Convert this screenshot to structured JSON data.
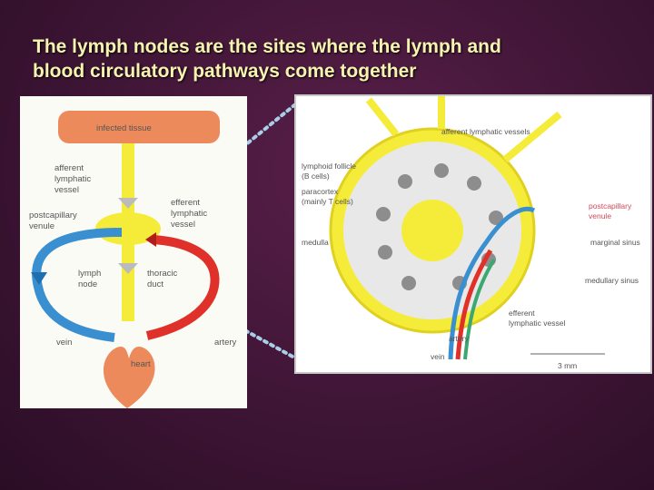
{
  "slide": {
    "title_line1": "The lymph nodes are the sites where the lymph and",
    "title_line2": "blood circulatory pathways come together"
  },
  "left_diagram": {
    "infected_tissue": "infected tissue",
    "afferent_1": "afferent",
    "afferent_2": "lymphatic",
    "afferent_3": "vessel",
    "efferent_1": "efferent",
    "efferent_2": "lymphatic",
    "efferent_3": "vessel",
    "postcap_1": "postcapillary",
    "postcap_2": "venule",
    "node_1": "lymph",
    "node_2": "node",
    "thoracic_1": "thoracic",
    "thoracic_2": "duct",
    "vein": "vein",
    "artery": "artery",
    "heart": "heart"
  },
  "right_diagram": {
    "afferent_vessels": "afferent lymphatic vessels",
    "follicle_1": "lymphoid follicle",
    "follicle_2": "(B cells)",
    "paracortex_1": "paracortex",
    "paracortex_2": "(mainly T cells)",
    "medulla": "medulla",
    "postcap_1": "postcapillary",
    "postcap_2": "venule",
    "marginal_sinus": "marginal sinus",
    "medullary_sinus": "medullary sinus",
    "efferent_1": "efferent",
    "efferent_2": "lymphatic vessel",
    "artery": "artery",
    "vein": "vein",
    "scale": "3 mm"
  },
  "colors": {
    "title": "#f7f3b0",
    "lymph": "#f5ec3a",
    "artery": "#e0302a",
    "vein": "#3a8fd0",
    "tissue": "#ec8a5c",
    "connector": "#a9cfe8"
  }
}
